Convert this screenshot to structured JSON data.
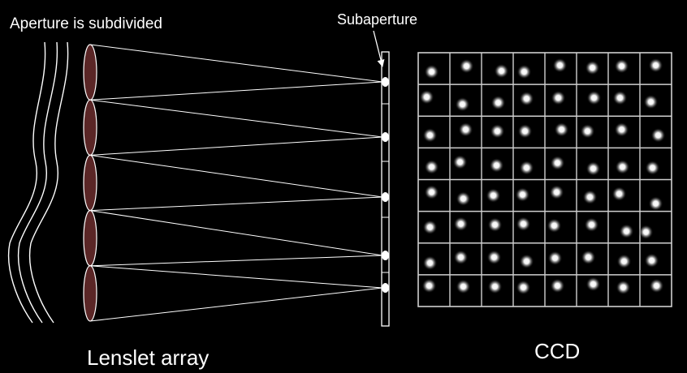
{
  "labels": {
    "aperture_subdivided": "Aperture is subdivided",
    "subaperture": "Subaperture",
    "lenslet_array": "Lenslet array",
    "ccd": "CCD"
  },
  "colors": {
    "background": "#000000",
    "lens_fill": "#5a2626",
    "lines": "#ffffff",
    "grid": "#cfcfcf"
  },
  "lenslet_count": 5,
  "ccd_grid": {
    "rows": 8,
    "cols": 8
  }
}
